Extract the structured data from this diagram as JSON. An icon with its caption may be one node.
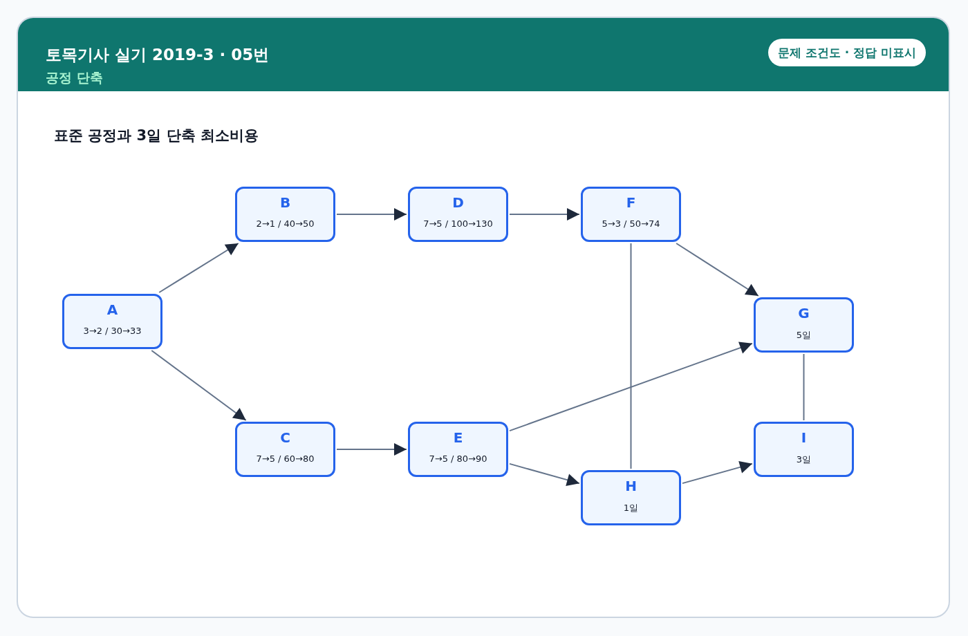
{
  "diagram": {
    "title": "토목기사 실기 2019-3 · 05번",
    "nodes": [
      {
        "text": [
          "A",
          "3→2 / 30→33"
        ]
      },
      {
        "text": [
          "B",
          "2→1 / 40→50"
        ]
      },
      {
        "text": [
          "C",
          "7→5 / 60→80"
        ]
      },
      {
        "text": [
          "D",
          "7→5 / 100→130"
        ]
      },
      {
        "text": [
          "E",
          "7→5 / 80→90"
        ]
      },
      {
        "text": [
          "F",
          "5→3 / 50→74"
        ]
      },
      {
        "text": [
          "G",
          "5일"
        ]
      },
      {
        "text": [
          "H",
          "1일"
        ]
      },
      {
        "text": [
          "I",
          "3일"
        ]
      },
      {
        "text": [
          "문제 조건도 · 정답 미표시"
        ]
      }
    ],
    "edges": [
      {
        "from": 0,
        "to": 1,
        "arrow": "to"
      },
      {
        "from": 0,
        "to": 2,
        "arrow": "to"
      },
      {
        "from": 1,
        "to": 3,
        "arrow": "to"
      },
      {
        "from": 3,
        "to": 5,
        "arrow": "to"
      },
      {
        "from": 2,
        "to": 4,
        "arrow": "to"
      },
      {
        "from": 5,
        "to": 6,
        "arrow": "to"
      },
      {
        "from": 4,
        "to": 6,
        "arrow": "to"
      },
      {
        "from": 4,
        "to": 7,
        "arrow": "to"
      },
      {
        "from": 7,
        "to": 5,
        "arrow": "none"
      },
      {
        "from": 7,
        "to": 8,
        "arrow": "to"
      },
      {
        "from": 6,
        "to": 8,
        "arrow": "none"
      }
    ],
    "labels": [
      "공정 단축",
      "표준 공정과 3일 단축 최소비용"
    ]
  }
}
